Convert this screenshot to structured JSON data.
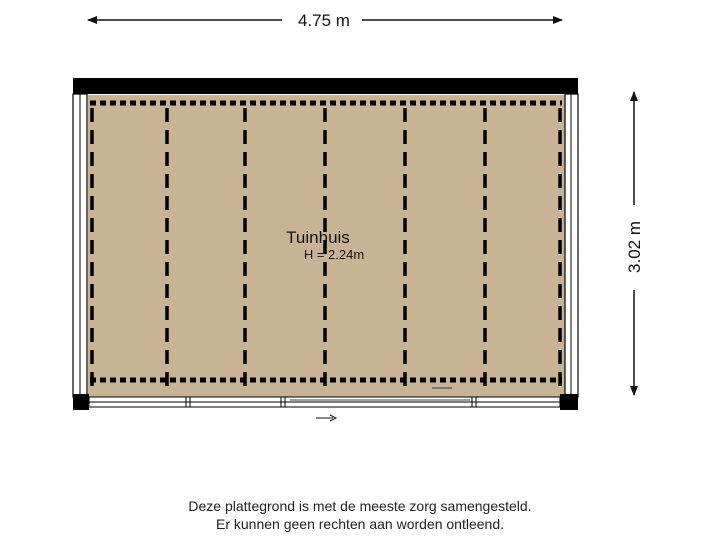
{
  "dimensions": {
    "width_label": "4.75 m",
    "height_label": "3.02 m"
  },
  "room": {
    "name": "Tuinhuis",
    "height_label": "H = 2.24m"
  },
  "disclaimer": {
    "line1": "Deze plattegrond is met de meeste zorg samengesteld.",
    "line2": "Er kunnen geen rechten aan worden ontleend."
  },
  "colors": {
    "floor": "#c8b494",
    "wall": "#000000",
    "dimension_line": "#111111"
  },
  "icons": {
    "door_direction": "right-arrow-icon"
  }
}
